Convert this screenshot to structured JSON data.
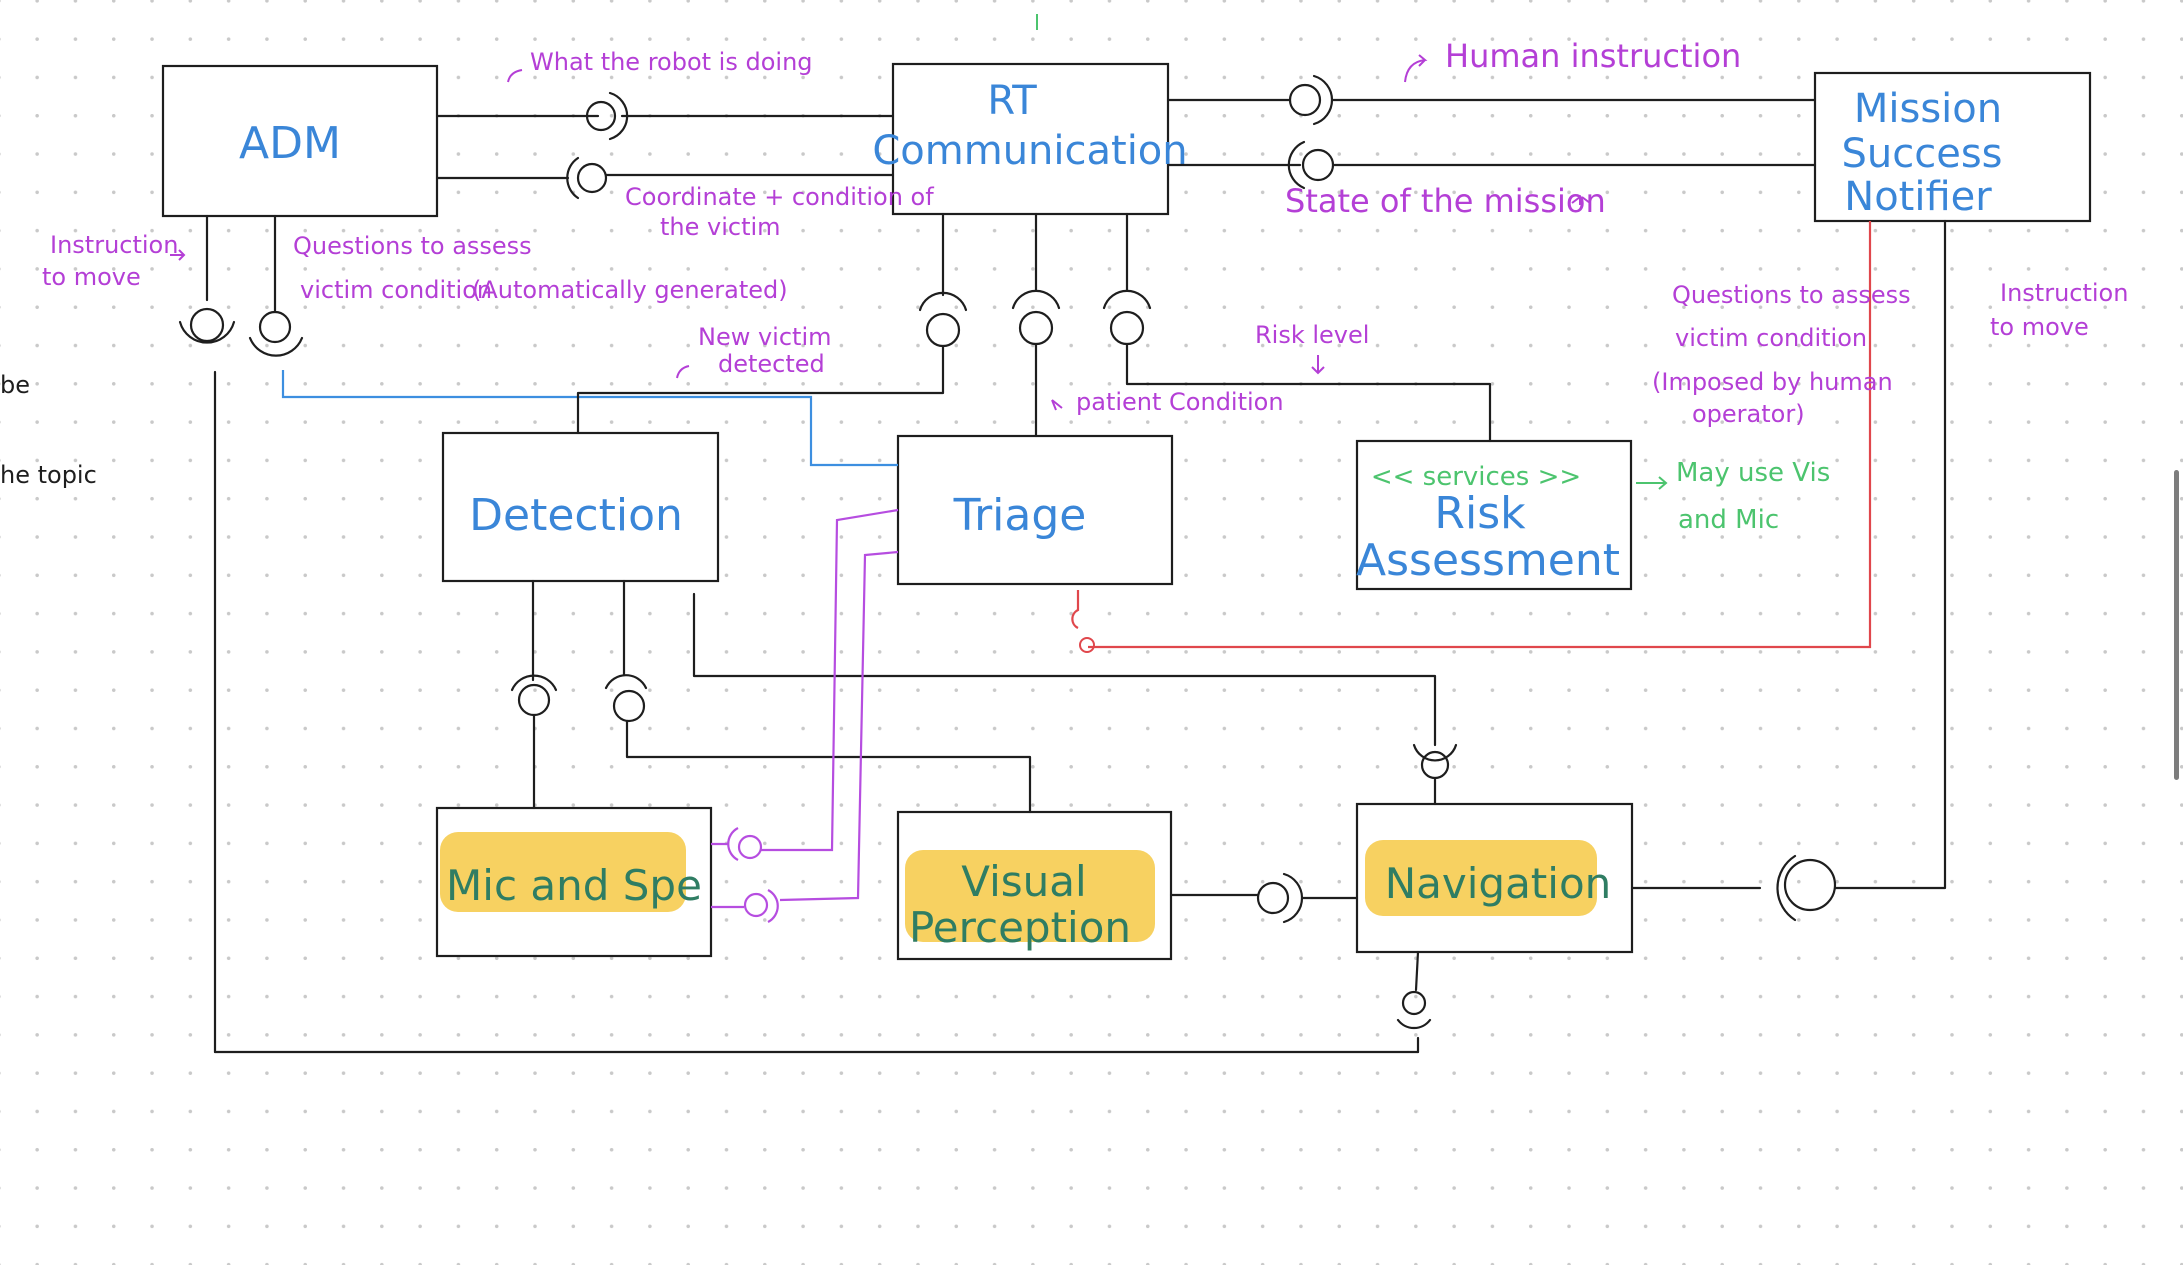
{
  "components": {
    "adm": "ADM",
    "rt_comm": [
      "RT",
      "Communication"
    ],
    "mission": [
      "Mission",
      "Success",
      "Notifier"
    ],
    "detection": "Detection",
    "triage": "Triage",
    "risk": {
      "stereotype": "<< services >>",
      "name": [
        "Risk",
        "Assessment"
      ]
    },
    "mic": "Mic and Spe",
    "visual": [
      "Visual",
      "Perception"
    ],
    "navigation": "Navigation"
  },
  "notes": {
    "what_robot_doing": "What the robot is doing",
    "coordinate": [
      "Coordinate + condition of",
      "the victim"
    ],
    "human_instruction": "Human instruction",
    "state_mission": "State of the mission",
    "instruction_left": [
      "Instruction",
      "to move"
    ],
    "questions_left": [
      "Questions to assess",
      "victim condition",
      "(Automatically generated)"
    ],
    "new_victim": [
      "New victim",
      "detected"
    ],
    "risk_level": "Risk level",
    "patient_condition": "patient Condition",
    "questions_right": [
      "Questions to assess",
      "victim condition",
      "(Imposed by human",
      "operator)"
    ],
    "instruction_right": [
      "Instruction",
      "to move"
    ],
    "may_use": [
      "May use Vis",
      "and Mic"
    ]
  },
  "margin_fragments": [
    "be",
    "he topic"
  ],
  "colors": {
    "component_text": "#3a86d8",
    "highlight": "#f6c945",
    "note_purple": "#b43fd6",
    "note_green": "#4cc46e",
    "wire_red": "#e0474c",
    "wire_blue": "#3d8fe0"
  }
}
